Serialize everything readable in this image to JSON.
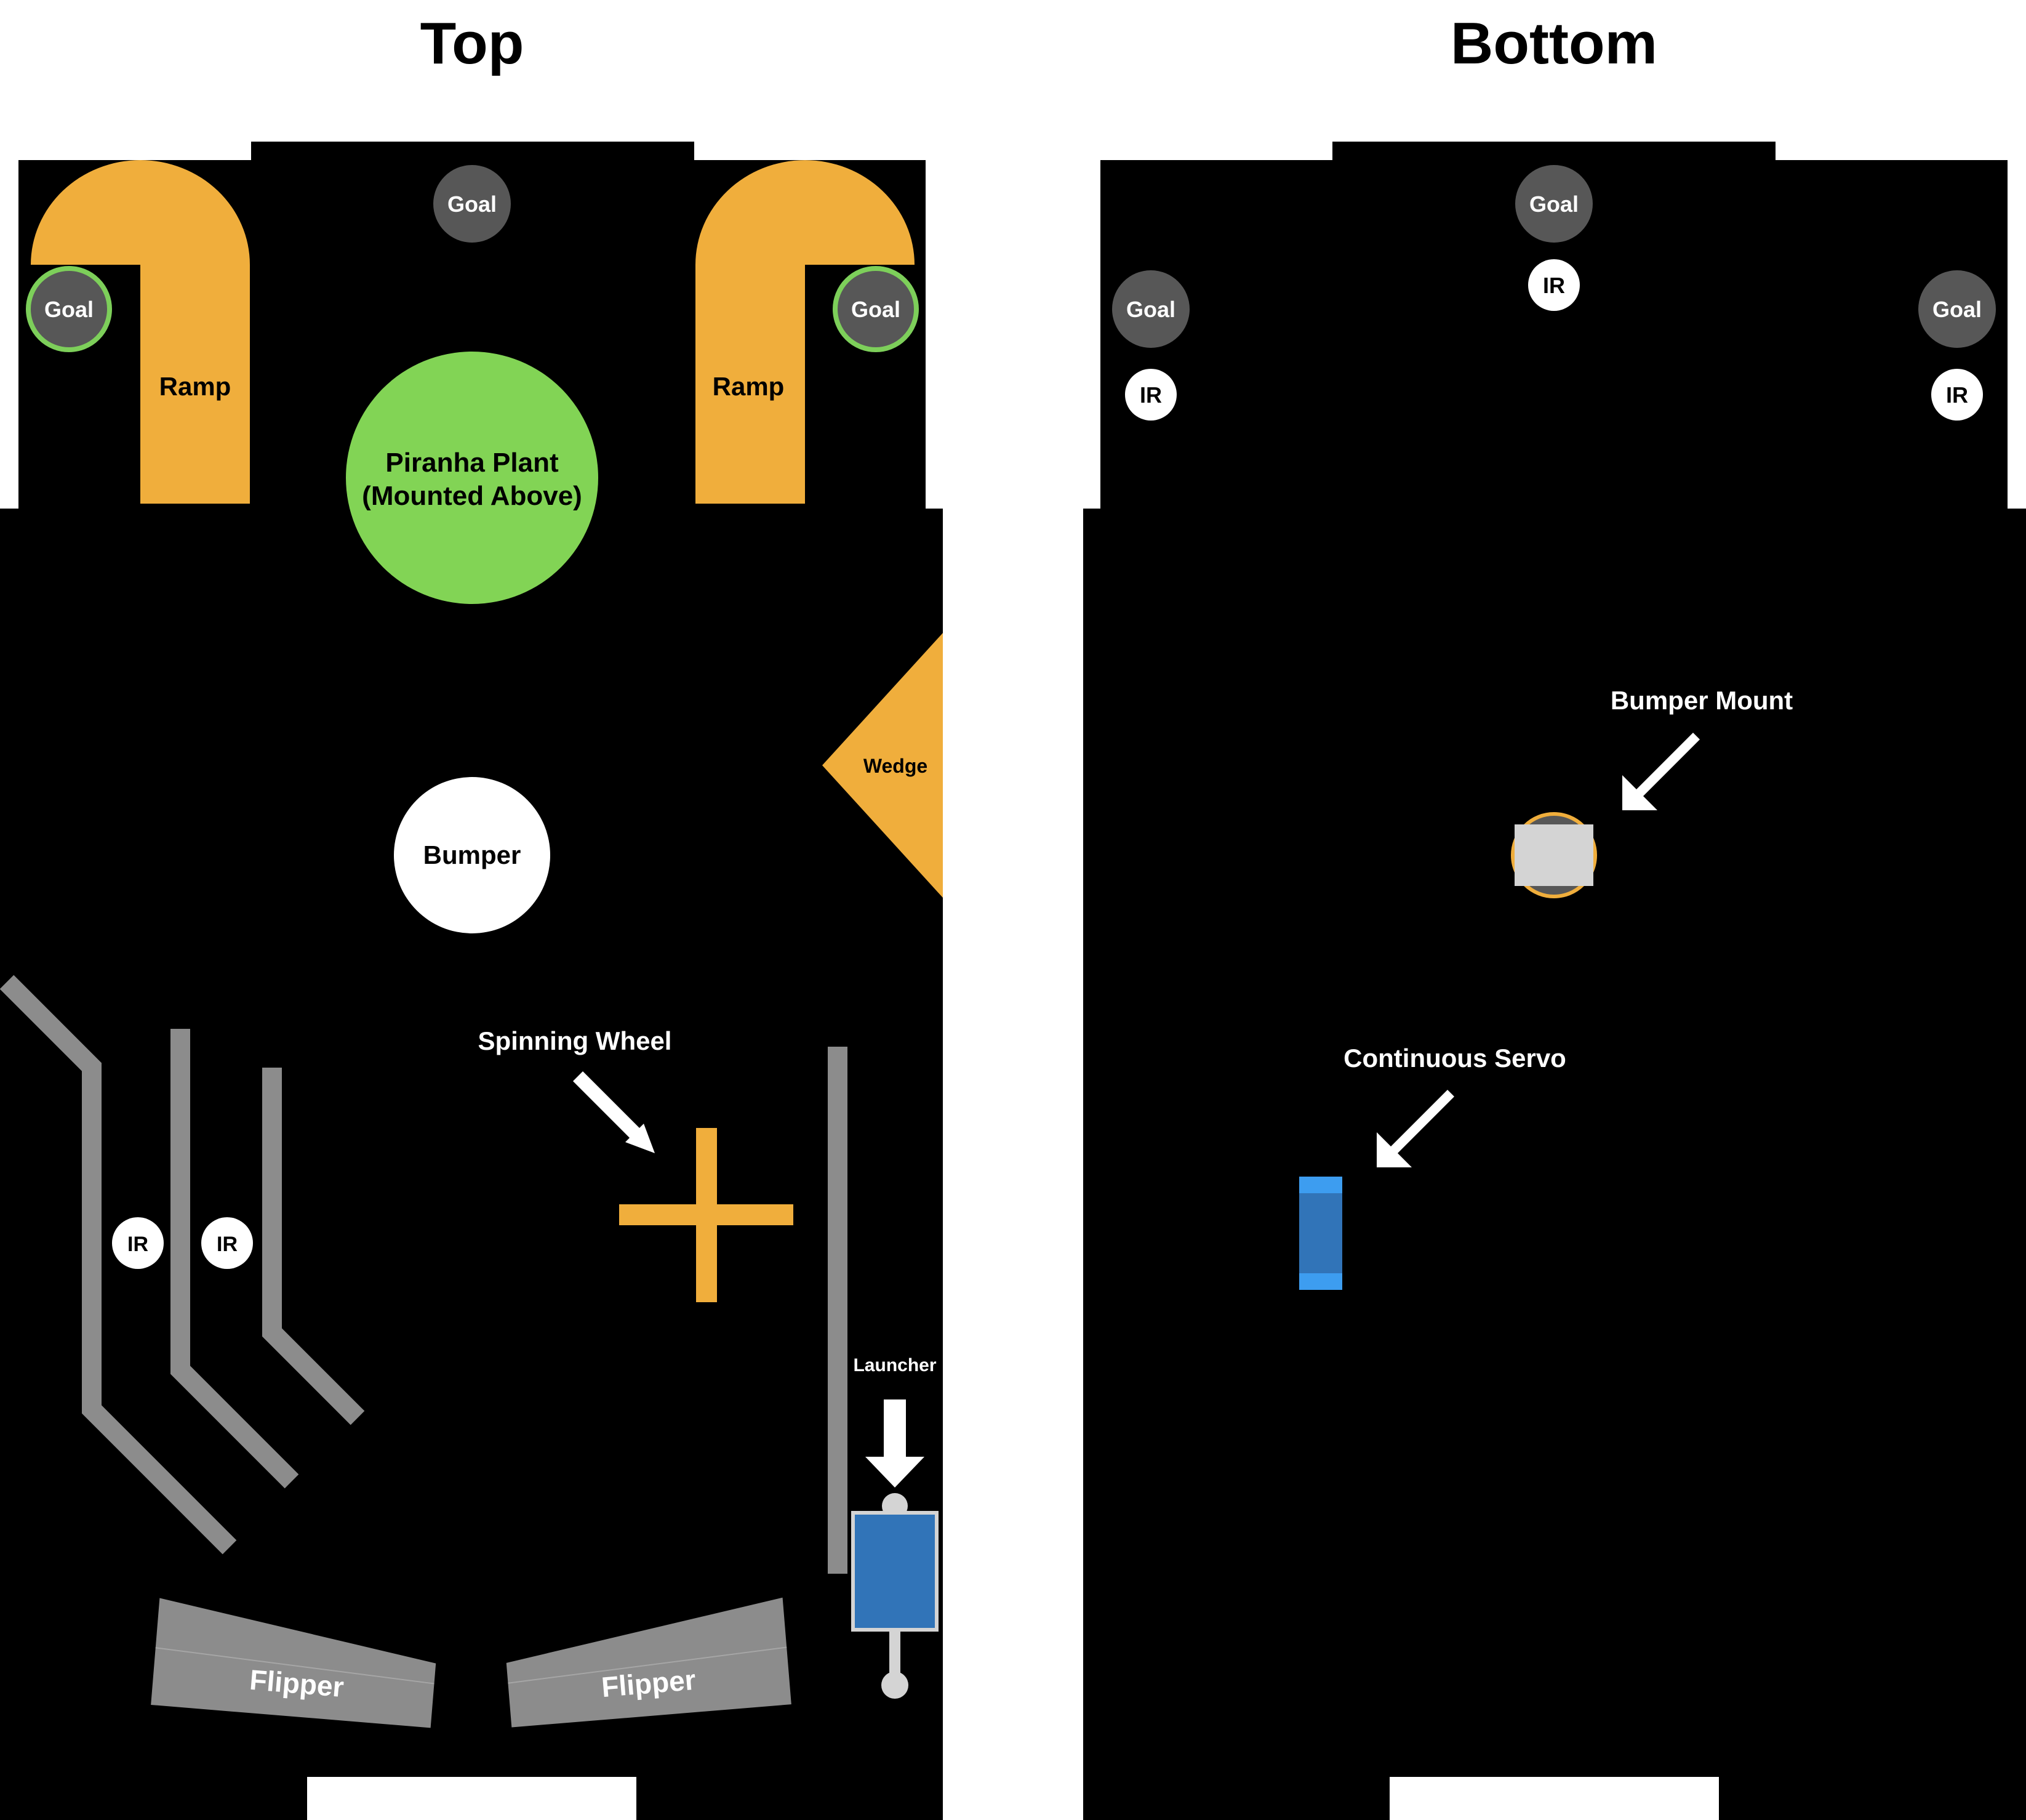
{
  "titles": {
    "top": "Top",
    "bottom": "Bottom"
  },
  "colors": {
    "board": "#000000",
    "ramp": "#f0ae3c",
    "plant": "#82d455",
    "goal": "#575757",
    "goal_ring": "#7dcf5a",
    "rail": "#8c8c8c",
    "flipper": "#8c8c8c",
    "servo": "#3174b8",
    "servo_end": "#3d9df0",
    "mount": "#d4d4d4"
  },
  "top": {
    "goals": [
      "Goal",
      "Goal",
      "Goal"
    ],
    "ramps": [
      "Ramp",
      "Ramp"
    ],
    "piranha_line1": "Piranha Plant",
    "piranha_line2": "(Mounted Above)",
    "wedge": "Wedge",
    "bumper": "Bumper",
    "spinning_wheel": "Spinning Wheel",
    "ir_sensors": [
      "IR",
      "IR"
    ],
    "launcher": "Launcher",
    "flippers": [
      "Flipper",
      "Flipper"
    ]
  },
  "bottom": {
    "goals": [
      "Goal",
      "Goal",
      "Goal"
    ],
    "ir_sensors": [
      "IR",
      "IR",
      "IR"
    ],
    "bumper_mount": "Bumper Mount",
    "continuous_servo": "Continuous Servo"
  }
}
